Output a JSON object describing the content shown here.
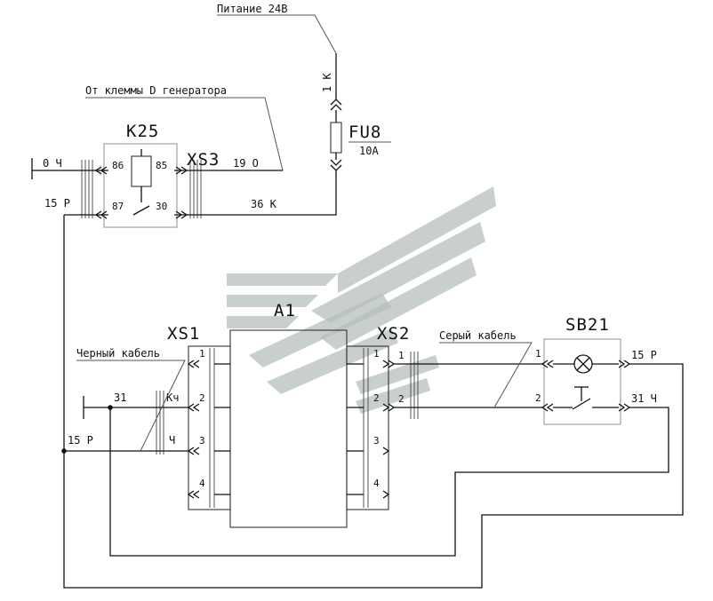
{
  "labels": {
    "power": "Питание 24В",
    "from_gen": "От клеммы D генератора",
    "fuse_wire": "1 К",
    "fu8": "FU8",
    "fu8_rating": "10А",
    "k25": "K25",
    "xs3": "XS3",
    "wire_0ch": "0 Ч",
    "wire_19o": "19 О",
    "wire_15r_top": "15 Р",
    "wire_36k": "36 К",
    "k25_pin86": "86",
    "k25_pin85": "85",
    "k25_pin87": "87",
    "k25_pin30": "30",
    "a1": "A1",
    "xs1": "XS1",
    "xs2": "XS2",
    "sb21": "SB21",
    "black_cable": "Черный кабель",
    "gray_cable": "Серый кабель",
    "w31_left": "31",
    "kch": "Кч",
    "ch": "Ч",
    "w15r_left": "15 Р",
    "xs1_1": "1",
    "xs1_2": "2",
    "xs1_3": "3",
    "xs1_4": "4",
    "xs2_1": "1",
    "xs2_2": "2",
    "xs2_3": "3",
    "xs2_4": "4",
    "xs2_w1": "1",
    "xs2_w2": "2",
    "sb_in1": "1",
    "sb_in2": "2",
    "sb_15r": "15 Р",
    "sb_31ch": "31 Ч"
  }
}
